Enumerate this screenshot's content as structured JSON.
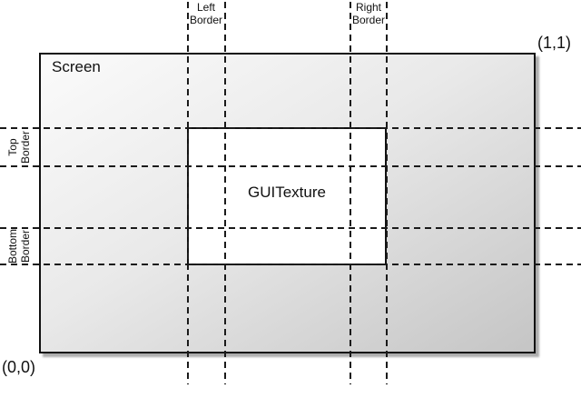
{
  "diagram": {
    "screen": {
      "label": "Screen"
    },
    "texture": {
      "label": "GUITexture"
    },
    "coords": {
      "top_right": "(1,1)",
      "bottom_left": "(0,0)"
    },
    "border_labels": {
      "left": [
        "Left",
        "Border"
      ],
      "right": [
        "Right",
        "Border"
      ],
      "top": [
        "Top",
        "Border"
      ],
      "bottom": [
        "Bottom",
        "Border"
      ]
    },
    "colors": {
      "canvas_background": "#ffffff",
      "outline": "#111111",
      "dash_line": "#1a1a1a",
      "screen_gradient_start": "#fbfbfb",
      "screen_gradient_end": "#c5c5c5",
      "texture_fill": "#ffffff",
      "shadow": "#adadad"
    }
  }
}
